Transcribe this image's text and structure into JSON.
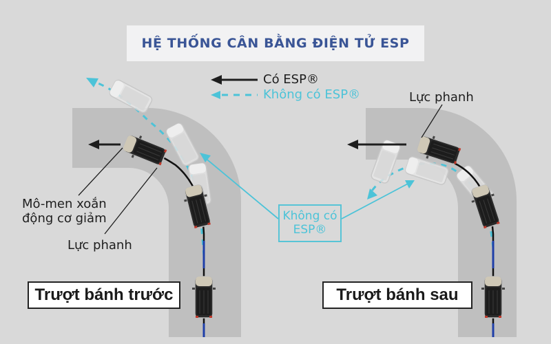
{
  "title": "HỆ THỐNG CÂN BẰNG ĐIỆN TỬ ESP",
  "legend": {
    "with_esp": "Có ESP®",
    "without_esp": "Không có ESP®",
    "with_esp_color": "#1e1e1e",
    "without_esp_color": "#4cc3d8"
  },
  "left_panel": {
    "label_torque": "Mô-men xoắn động cơ giảm",
    "label_torque_line1": "Mô-men xoắn",
    "label_torque_line2": "động cơ giảm",
    "label_brake": "Lực phanh",
    "case_label": "Trượt bánh trước"
  },
  "right_panel": {
    "label_brake": "Lực phanh",
    "case_label": "Trượt bánh sau"
  },
  "center_callout": {
    "line1": "Không có",
    "line2": "ESP®"
  },
  "colors": {
    "background": "#d9d9d9",
    "road": "#bfbfbf",
    "title_text": "#3a5596",
    "title_bg": "#f2f2f3",
    "accent_cyan": "#4cc3d8",
    "path_blue": "#1f3fa8"
  },
  "icons": {
    "arrow_left": "arrow-left-icon",
    "arrow_dashed": "dashed-arrow-left-icon",
    "car": "car-topview-icon"
  }
}
